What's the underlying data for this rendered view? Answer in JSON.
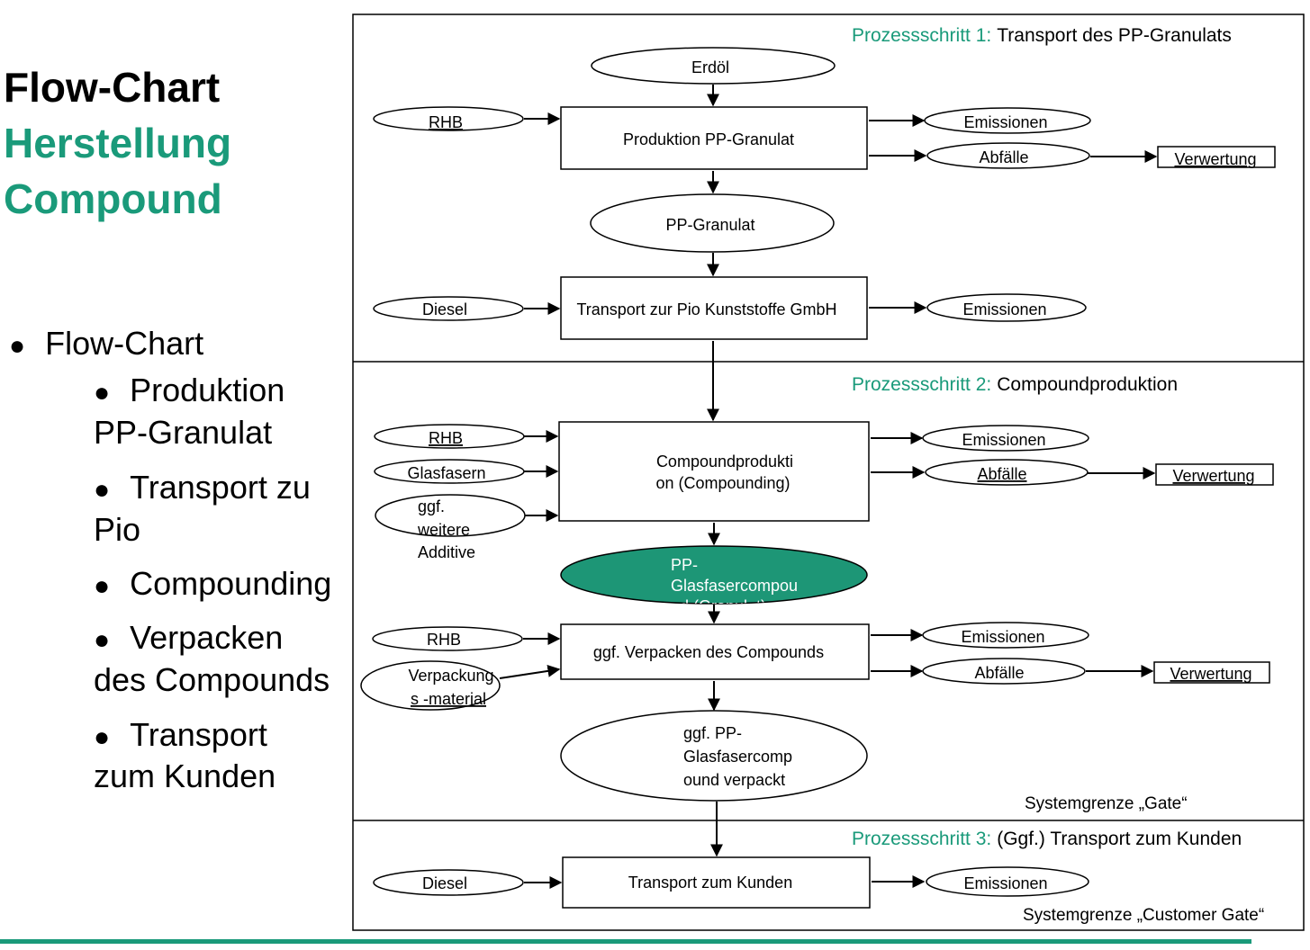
{
  "slide": {
    "title_line1": "Flow-Chart",
    "title_line2": "Herstellung",
    "title_line3": "Compound",
    "bullet_main": "Flow-Chart",
    "sub1_a": "Produktion",
    "sub1_b": "PP-Granulat",
    "sub2_a": "Transport zu",
    "sub2_b": "Pio",
    "sub3_a": "Compounding",
    "sub4_a": "Verpacken",
    "sub4_b": "des Compounds",
    "sub5_a": "Transport",
    "sub5_b": "zum Kunden"
  },
  "colors": {
    "accent": "#1a9a7a",
    "ink": "#000000",
    "highlight_fill": "#1d9676"
  },
  "diagram": {
    "step1": {
      "label_prefix": "Prozessschritt 1:",
      "label_text": "Transport des PP-Granulats",
      "erdoel": "Erdöl",
      "rhb": "RHB",
      "produktion": "Produktion PP-Granulat",
      "emissionen": "Emissionen",
      "abfaelle": "Abfälle",
      "verwertung": "Verwertung",
      "granulat": "PP-Granulat",
      "diesel": "Diesel",
      "transport": "Transport zur Pio Kunststoffe GmbH",
      "emissionen2": "Emissionen"
    },
    "step2": {
      "label_prefix": "Prozessschritt 2:",
      "label_text": "Compoundproduktion",
      "rhb": "RHB",
      "glasfasern": "Glasfasern",
      "additive_1": "ggf.",
      "additive_2": "weitere",
      "additive_3": "Additive",
      "compound_1": "Compoundprodukti",
      "compound_2": "on (Compounding)",
      "emissionen": "Emissionen",
      "abfaelle": "Abfälle",
      "verwertung": "Verwertung",
      "pp_1": "PP-",
      "pp_2": "Glasfasercompou",
      "pp_3": "nd (Granulat)",
      "rhb2": "RHB",
      "verpackung_1": "Verpackung",
      "verpackung_2": "s -material",
      "verpacken": "ggf. Verpacken des Compounds",
      "emissionen2": "Emissionen",
      "abfaelle2": "Abfälle",
      "verwertung2": "Verwertung",
      "product_1": "ggf. PP-",
      "product_2": "Glasfasercomp",
      "product_3": "ound verpackt",
      "gate": "Systemgrenze „Gate“"
    },
    "step3": {
      "label_prefix": "Prozessschritt 3:",
      "label_text": "(Ggf.) Transport zum Kunden",
      "diesel": "Diesel",
      "transport": "Transport zum Kunden",
      "emissionen": "Emissionen",
      "customer_gate": "Systemgrenze „Customer Gate“"
    }
  }
}
